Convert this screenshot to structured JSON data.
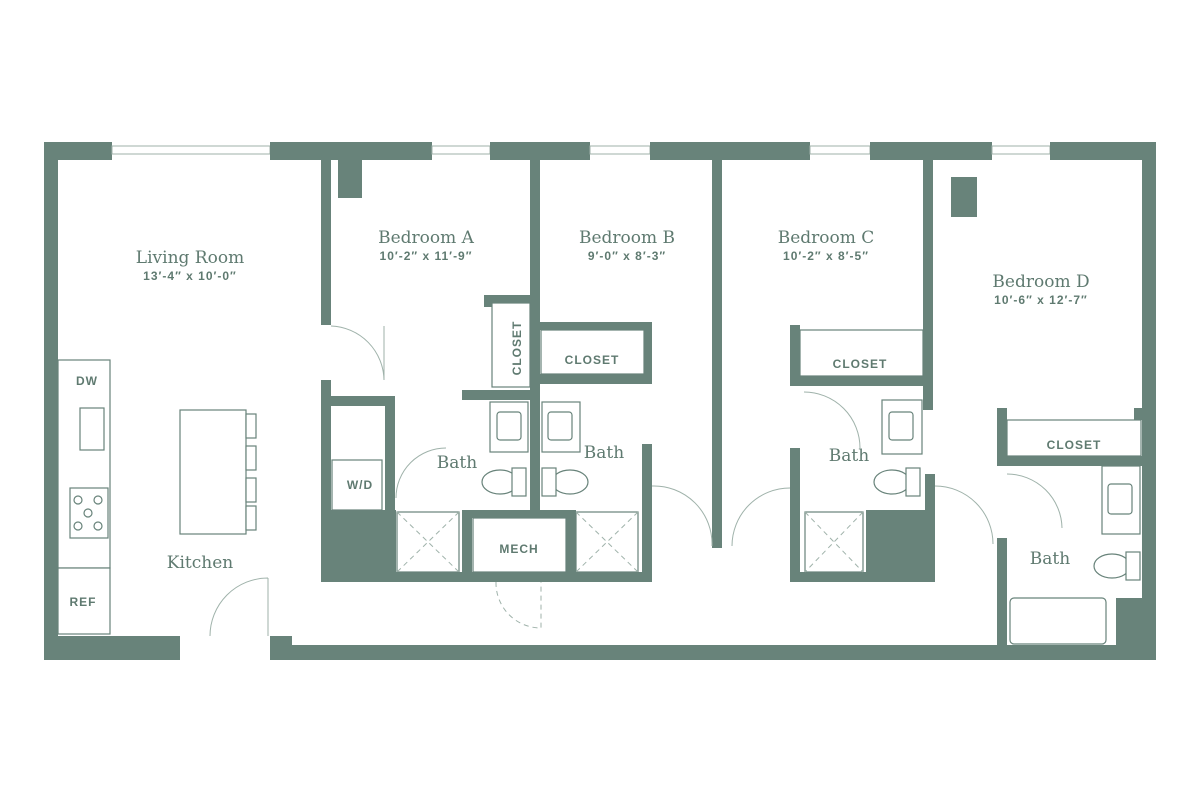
{
  "plan": {
    "wall_color": "#68837a",
    "rooms": {
      "living": {
        "name": "Living Room",
        "dims": "13′-4″ x 10′-0″"
      },
      "bedroom_a": {
        "name": "Bedroom A",
        "dims": "10′-2″ x 11′-9″"
      },
      "bedroom_b": {
        "name": "Bedroom B",
        "dims": "9′-0″ x 8′-3″"
      },
      "bedroom_c": {
        "name": "Bedroom C",
        "dims": "10′-2″ x 8′-5″"
      },
      "bedroom_d": {
        "name": "Bedroom D",
        "dims": "10′-6″ x 12′-7″"
      },
      "kitchen": {
        "name": "Kitchen"
      },
      "bath_a": {
        "name": "Bath"
      },
      "bath_b": {
        "name": "Bath"
      },
      "bath_c": {
        "name": "Bath"
      },
      "bath_d": {
        "name": "Bath"
      }
    },
    "labels": {
      "closet": "CLOSET",
      "mech": "MECH",
      "wd": "W/D",
      "dw": "DW",
      "ref": "REF"
    }
  }
}
